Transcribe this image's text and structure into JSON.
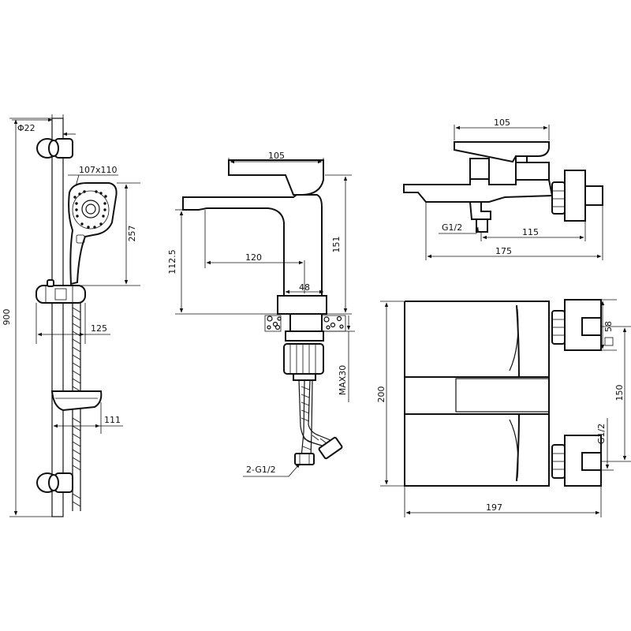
{
  "colors": {
    "line": "#111111",
    "background": "#ffffff"
  },
  "rail": {
    "phi": "Φ22",
    "head_size": "107x110",
    "head_height": "257",
    "total_height": "900",
    "holder_reach": "125",
    "soap_reach": "111"
  },
  "basin": {
    "top_width": "105",
    "height_side": "112.5",
    "height_total": "151",
    "spout": "120",
    "base_width": "48",
    "max_thickness": "MAX30",
    "inlets": "2-G1/2"
  },
  "bath_side": {
    "top_width": "105",
    "inlet": "G1/2",
    "projection": "115",
    "total_length": "175"
  },
  "bath_front": {
    "flange": "58",
    "centres": "150",
    "inlet": "G1/2",
    "height": "200",
    "width": "197"
  }
}
